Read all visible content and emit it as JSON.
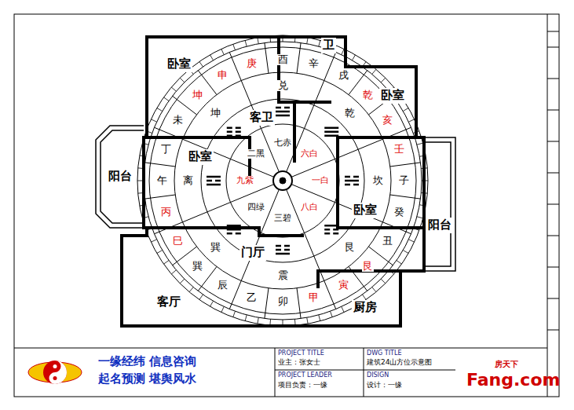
{
  "diagram": {
    "nodes": [
      {
        "text": [
          "卧室"
        ]
      },
      {
        "text": [
          "卫"
        ]
      },
      {
        "text": [
          "卧室"
        ]
      },
      {
        "text": [
          "阳台"
        ]
      },
      {
        "text": [
          "卧室"
        ]
      },
      {
        "text": [
          "客卫"
        ]
      },
      {
        "text": [
          "卧室"
        ]
      },
      {
        "text": [
          "阳台"
        ]
      },
      {
        "text": [
          "门厅"
        ]
      },
      {
        "text": [
          "客厅"
        ]
      },
      {
        "text": [
          "厨房"
        ]
      }
    ],
    "labels": [
      "卯",
      "乙",
      "辰",
      "巽",
      "巳",
      "丙",
      "午",
      "丁",
      "未",
      "坤",
      "申",
      "庚",
      "酉",
      "辛",
      "戌",
      "乾",
      "亥",
      "壬",
      "子",
      "癸",
      "丑",
      "艮",
      "寅",
      "甲",
      "坎",
      "艮",
      "震",
      "巽",
      "离",
      "坤",
      "兑",
      "乾",
      "一白",
      "八白",
      "三碧",
      "四绿",
      "九紫",
      "二黑",
      "七赤",
      "六白",
      "一缘经纬 信息咨询",
      "起名预测 堪舆风水",
      "PROJECT TITLE",
      "业主：张女士",
      "PROJECT LEADER",
      "项目负责：一缘",
      "DWG TITLE",
      "建筑24山方位示意图",
      "DISIGN",
      "设计：一缘",
      "房天下",
      "Fang.com"
    ]
  }
}
